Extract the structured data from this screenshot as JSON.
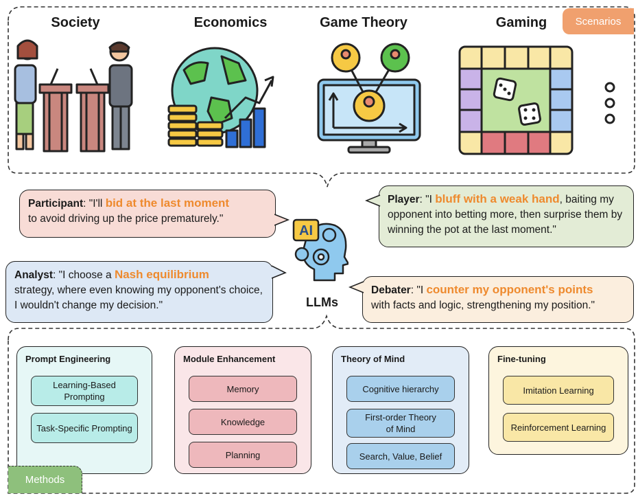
{
  "scenarios": {
    "tag": "Scenarios",
    "items": [
      "Society",
      "Economics",
      "Game Theory",
      "Gaming"
    ]
  },
  "bubbles": {
    "participant": {
      "role": "Participant",
      "pre": ": \"I'll ",
      "highlight": "bid at the last moment",
      "post": "to avoid driving up the price prematurely.\""
    },
    "player": {
      "role": "Player",
      "pre": ": \"I ",
      "highlight": "bluff with a weak hand",
      "post": ", baiting my opponent into betting more, then surprise them by winning the pot at the last moment.\""
    },
    "analyst": {
      "role": "Analyst",
      "pre": ": \"I choose a ",
      "highlight": "Nash equilibrium",
      "post": "strategy, where even knowing my opponent's choice, I wouldn't change my decision.\""
    },
    "debater": {
      "role": "Debater",
      "pre": ": \"I ",
      "highlight": "counter my opponent's points",
      "post": "with facts and logic, strengthening my position.\""
    }
  },
  "center": {
    "label": "LLMs",
    "ai_text": "AI"
  },
  "methods": {
    "tag": "Methods",
    "groups": [
      {
        "title": "Prompt Engineering",
        "items": [
          "Learning-Based Prompting",
          "Task-Specific Prompting"
        ]
      },
      {
        "title": "Module Enhancement",
        "items": [
          "Memory",
          "Knowledge",
          "Planning"
        ]
      },
      {
        "title": "Theory of Mind",
        "items": [
          "Cognitive hierarchy",
          "First-order Theory of Mind",
          "Search, Value, Belief"
        ]
      },
      {
        "title": "Fine-tuning",
        "items": [
          "Imitation Learning",
          "Reinforcement Learning"
        ]
      }
    ]
  },
  "colors": {
    "tag_scenarios": "#f0a06e",
    "tag_methods": "#8ec07c",
    "highlight": "#ee8a2e",
    "bubble_participant": "#f8dcd6",
    "bubble_player": "#e3ecd6",
    "bubble_analyst": "#dde8f5",
    "bubble_debater": "#fbeede",
    "prompt_box": "#e6f7f6",
    "prompt_pill": "#b8ece8",
    "module_box": "#fae6e8",
    "module_pill": "#eeb8bc",
    "tom_box": "#e2ecf7",
    "tom_pill": "#a9d0ec",
    "ft_box": "#fdf5de",
    "ft_pill": "#f9e7a6"
  }
}
